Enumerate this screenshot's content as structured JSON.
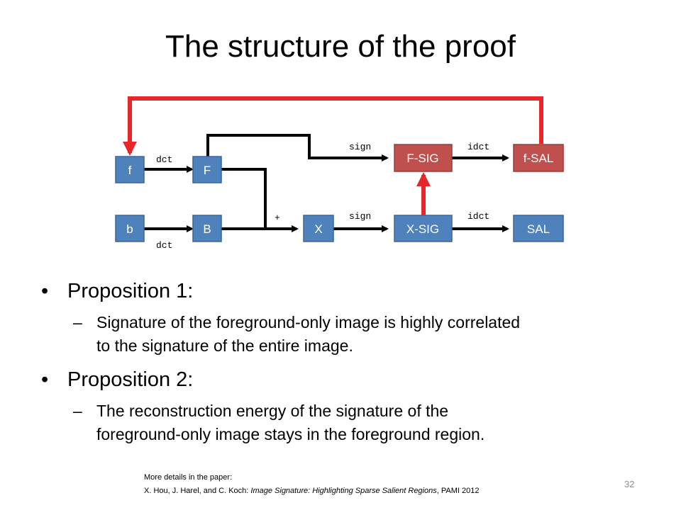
{
  "title": "The structure of the proof",
  "diagram": {
    "nodes": {
      "f": "f",
      "F": "F",
      "b": "b",
      "B": "B",
      "X": "X",
      "F_SIG": "F-SIG",
      "f_SAL": "f-SAL",
      "X_SIG": "X-SIG",
      "SAL": "SAL"
    },
    "edge_labels": {
      "dct_top": "dct",
      "dct_bottom": "dct",
      "plus": "+",
      "sign_top": "sign",
      "sign_bottom": "sign",
      "idct_top": "idct",
      "idct_bottom": "idct"
    },
    "colors": {
      "blue_node": "#4f81bd",
      "red_node": "#c0504d",
      "highlight_arrow": "#e8262a",
      "arrow": "#000000"
    }
  },
  "bullets": [
    {
      "label": "Proposition 1:",
      "sub": [
        "Signature of the foreground-only image is highly correlated",
        "to the signature of the entire image."
      ]
    },
    {
      "label": "Proposition 2:",
      "sub": [
        "The reconstruction energy of the signature of the",
        "foreground-only image stays in the foreground region."
      ]
    }
  ],
  "footer": {
    "line1": "More details in the paper:",
    "authors": "X. Hou, J. Harel, and C. Koch: ",
    "paper_title": "Image Signature: Highlighting Sparse Salient Regions",
    "venue": ", PAMI 2012"
  },
  "page_number": "32"
}
